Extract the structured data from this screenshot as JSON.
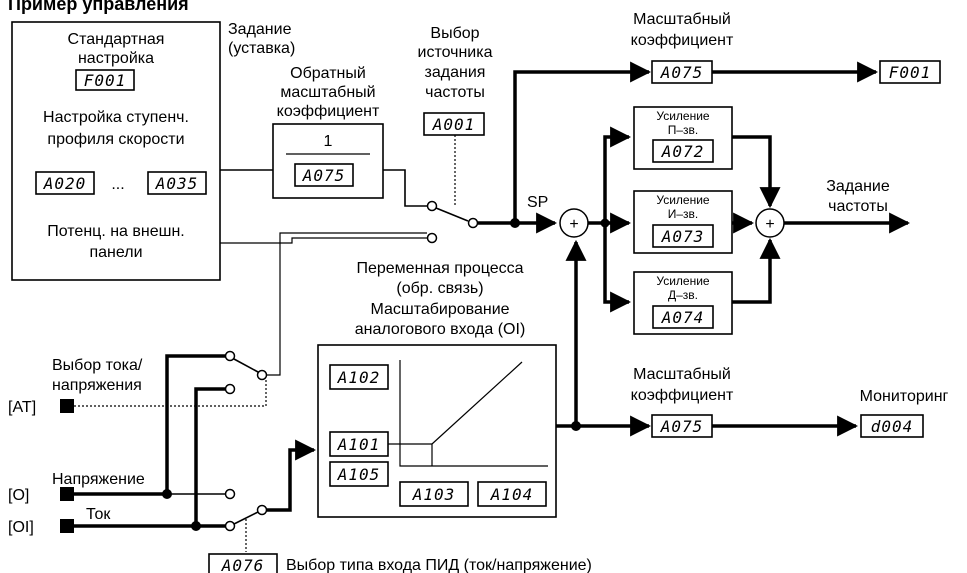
{
  "heading": "Пример управления",
  "setpoint_source": {
    "std_line1": "Стандартная",
    "std_line2": "настройка",
    "std_code": "F001",
    "multistep_line1": "Настройка ступенч.",
    "multistep_line2": "профиля скорости",
    "multistep_from": "A020",
    "ellipsis": "...",
    "multistep_to": "A035",
    "pot_line1": "Потенц. на внешн.",
    "pot_line2": "панели"
  },
  "setpoint_label": {
    "line1": "Задание",
    "line2": "(уставка)"
  },
  "inverse_scale": {
    "line1": "Обратный",
    "line2": "масштабный",
    "line3": "коэффициент",
    "numerator": "1",
    "code": "A075"
  },
  "freq_source_select": {
    "line1": "Выбор",
    "line2": "источника",
    "line3": "задания",
    "line4": "частоты",
    "code": "A001"
  },
  "top_scale": {
    "line1": "Масштабный",
    "line2": "коэффициент",
    "code": "A075",
    "output_code": "F001"
  },
  "sp_label": "SP",
  "gains": [
    {
      "line1": "Усиление",
      "line2": "П–зв.",
      "code": "A072"
    },
    {
      "line1": "Усиление",
      "line2": "И–зв.",
      "code": "A073"
    },
    {
      "line1": "Усиление",
      "line2": "Д–зв.",
      "code": "A074"
    }
  ],
  "freq_setpoint": {
    "line1": "Задание",
    "line2": "частоты"
  },
  "process_variable": {
    "line1": "Переменная процесса",
    "line2": "(обр. связь)",
    "line3": "Масштабирование",
    "line4": "аналогового входа (OI)",
    "code_top": "A102",
    "code_mid": "A101",
    "code_low": "A105",
    "code_b1": "A103",
    "code_b2": "A104"
  },
  "bottom_scale": {
    "line1": "Масштабный",
    "line2": "коэффициент",
    "code": "A075"
  },
  "monitoring": {
    "label": "Мониторинг",
    "code": "d004"
  },
  "inputs": {
    "current_voltage_select_line1": "Выбор тока/",
    "current_voltage_select_line2": "напряжения",
    "at": "[AT]",
    "voltage": "Напряжение",
    "o": "[O]",
    "current": "Ток",
    "oi": "[OI]"
  },
  "pid_input_type": {
    "code": "A076",
    "label": "Выбор типа входа ПИД (ток/напряжение)"
  },
  "colors": {
    "line": "#000000",
    "background": "#ffffff"
  }
}
